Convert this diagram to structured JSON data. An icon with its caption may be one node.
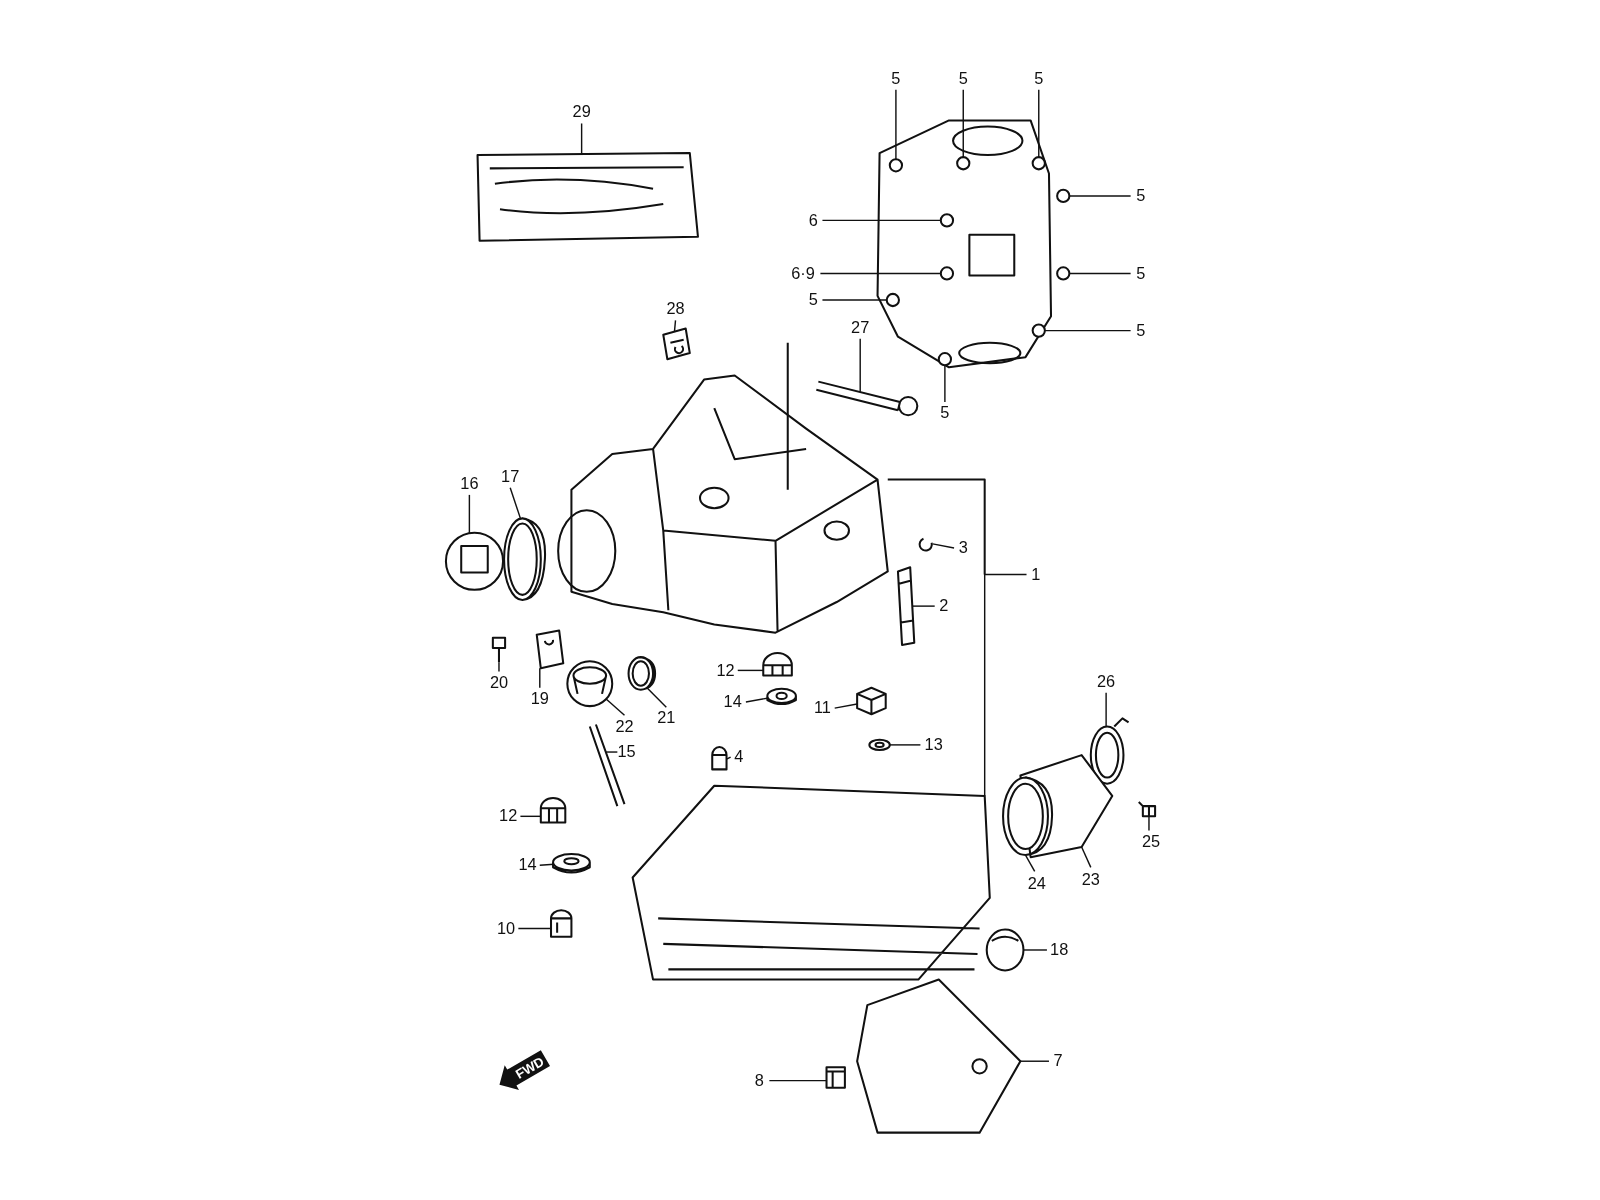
{
  "diagram": {
    "nodes": [
      {
        "text": [
          "5"
        ]
      },
      {
        "text": [
          "5"
        ]
      },
      {
        "text": [
          "5"
        ]
      },
      {
        "text": [
          "29"
        ]
      },
      {
        "text": [
          "5"
        ]
      },
      {
        "text": [
          "6"
        ]
      },
      {
        "text": [
          "6·9"
        ]
      },
      {
        "text": [
          "5"
        ]
      },
      {
        "text": [
          "5"
        ]
      },
      {
        "text": [
          "28"
        ]
      },
      {
        "text": [
          "5"
        ]
      },
      {
        "text": [
          "27"
        ]
      },
      {
        "text": [
          "5"
        ]
      },
      {
        "text": [
          "17"
        ]
      },
      {
        "text": [
          "16"
        ]
      },
      {
        "text": [
          "3"
        ]
      },
      {
        "text": [
          "1"
        ]
      },
      {
        "text": [
          "2"
        ]
      },
      {
        "text": [
          "12"
        ]
      },
      {
        "text": [
          "20"
        ]
      },
      {
        "text": [
          "26"
        ]
      },
      {
        "text": [
          "19"
        ]
      },
      {
        "text": [
          "14"
        ]
      },
      {
        "text": [
          "11"
        ]
      },
      {
        "text": [
          "21"
        ]
      },
      {
        "text": [
          "22"
        ]
      },
      {
        "text": [
          "13"
        ]
      },
      {
        "text": [
          "15"
        ]
      },
      {
        "text": [
          "4"
        ]
      },
      {
        "text": [
          "12"
        ]
      },
      {
        "text": [
          "25"
        ]
      },
      {
        "text": [
          "14"
        ]
      },
      {
        "text": [
          "23"
        ]
      },
      {
        "text": [
          "24"
        ]
      },
      {
        "text": [
          "10"
        ]
      },
      {
        "text": [
          "18"
        ]
      },
      {
        "text": [
          "7"
        ]
      },
      {
        "text": [
          "8"
        ]
      },
      {
        "text": [],
        "shape": "circle"
      },
      {
        "text": [],
        "shape": "circle"
      },
      {
        "text": [],
        "shape": "circle"
      },
      {
        "text": [],
        "shape": "picture"
      },
      {
        "text": [],
        "shape": "circle"
      },
      {
        "text": [],
        "shape": "circle"
      },
      {
        "text": [],
        "shape": "circle"
      },
      {
        "text": [],
        "shape": "circle"
      },
      {
        "text": [],
        "shape": "circle"
      },
      {
        "text": [],
        "shape": "picture"
      },
      {
        "text": [],
        "shape": "circle"
      },
      {
        "text": [],
        "shape": "picture"
      },
      {
        "text": [],
        "shape": "circle"
      },
      {
        "text": [],
        "shape": "picture"
      },
      {
        "text": [],
        "shape": "picture"
      },
      {
        "text": [],
        "shape": "picture"
      },
      {
        "text": [],
        "shape": "picture"
      },
      {
        "text": [],
        "shape": "picture"
      },
      {
        "text": [],
        "shape": "picture"
      },
      {
        "text": [],
        "shape": "picture"
      },
      {
        "text": [],
        "shape": "picture"
      },
      {
        "text": [],
        "shape": "picture"
      },
      {
        "text": [],
        "shape": "picture"
      },
      {
        "text": [],
        "shape": "picture"
      },
      {
        "text": [],
        "shape": "picture"
      },
      {
        "text": [],
        "shape": "picture"
      },
      {
        "text": [],
        "shape": "picture"
      },
      {
        "text": [],
        "shape": "picture"
      },
      {
        "text": [],
        "shape": "picture"
      },
      {
        "text": [],
        "shape": "picture"
      },
      {
        "text": [],
        "shape": "picture"
      },
      {
        "text": [],
        "shape": "picture"
      },
      {
        "text": [],
        "shape": "picture"
      },
      {
        "text": [],
        "shape": "picture"
      },
      {
        "text": [],
        "shape": "picture"
      },
      {
        "text": [],
        "shape": "picture"
      },
      {
        "text": [],
        "shape": "picture"
      },
      {
        "text": [],
        "shape": "picture"
      }
    ],
    "edges": [
      {
        "from": 0,
        "to": 38,
        "arrow": "none"
      },
      {
        "from": 1,
        "to": 39,
        "arrow": "none"
      },
      {
        "from": 2,
        "to": 40,
        "arrow": "none"
      },
      {
        "from": 3,
        "to": 41,
        "arrow": "none"
      },
      {
        "from": 4,
        "to": 42,
        "arrow": "none"
      },
      {
        "from": 5,
        "to": 43,
        "arrow": "none"
      },
      {
        "from": 6,
        "to": 44,
        "arrow": "none"
      },
      {
        "from": 7,
        "to": 45,
        "arrow": "none"
      },
      {
        "from": 8,
        "to": 46,
        "arrow": "none"
      },
      {
        "from": 9,
        "to": 47,
        "arrow": "none"
      },
      {
        "from": 10,
        "to": 48,
        "arrow": "none"
      },
      {
        "from": 11,
        "to": 49,
        "arrow": "none"
      },
      {
        "from": 12,
        "to": 50,
        "arrow": "none"
      },
      {
        "from": 13,
        "to": 51,
        "arrow": "none"
      },
      {
        "from": 14,
        "to": 52,
        "arrow": "none"
      },
      {
        "from": 15,
        "to": 53,
        "arrow": "none"
      },
      {
        "from": 16,
        "to": 54,
        "arrow": "none"
      },
      {
        "from": 17,
        "to": 55,
        "arrow": "none"
      },
      {
        "from": 18,
        "to": 56,
        "arrow": "none"
      },
      {
        "from": 19,
        "to": 57,
        "arrow": "none"
      },
      {
        "from": 20,
        "to": 58,
        "arrow": "none"
      },
      {
        "from": 21,
        "to": 59,
        "arrow": "none"
      },
      {
        "from": 22,
        "to": 60,
        "arrow": "none"
      },
      {
        "from": 23,
        "to": 61,
        "arrow": "none"
      },
      {
        "from": 24,
        "to": 62,
        "arrow": "none"
      },
      {
        "from": 25,
        "to": 63,
        "arrow": "none"
      },
      {
        "from": 26,
        "to": 64,
        "arrow": "none"
      },
      {
        "from": 27,
        "to": 65,
        "arrow": "none"
      },
      {
        "from": 28,
        "to": 66,
        "arrow": "none"
      },
      {
        "from": 29,
        "to": 67,
        "arrow": "none"
      },
      {
        "from": 30,
        "to": 68,
        "arrow": "none"
      },
      {
        "from": 31,
        "to": 69,
        "arrow": "none"
      },
      {
        "from": 32,
        "to": 70,
        "arrow": "none"
      },
      {
        "from": 33,
        "to": 71,
        "arrow": "none"
      },
      {
        "from": 34,
        "to": 72,
        "arrow": "none"
      },
      {
        "from": 35,
        "to": 73,
        "arrow": "none"
      },
      {
        "from": 36,
        "to": 74,
        "arrow": "none"
      },
      {
        "from": 37,
        "to": 75,
        "arrow": "none"
      }
    ],
    "labels": [
      "FWD"
    ]
  }
}
